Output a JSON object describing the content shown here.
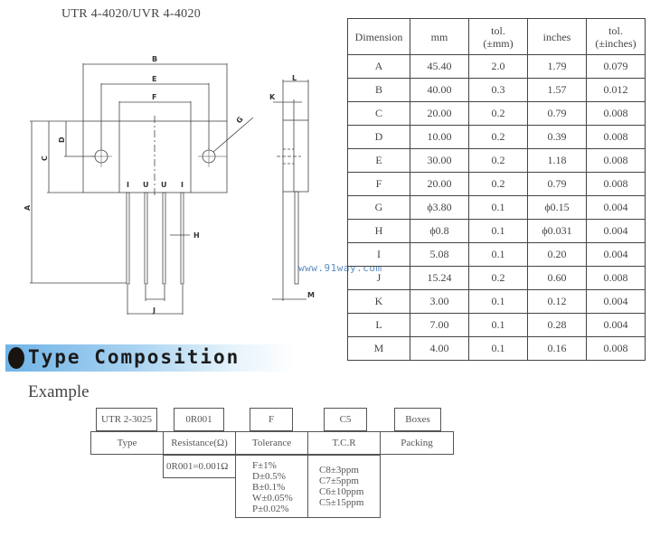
{
  "title": "UTR 4-4020/UVR 4-4020",
  "watermark": "www.91way.com",
  "drawing": {
    "front_labels": [
      "B",
      "E",
      "F",
      "G",
      "D",
      "C",
      "A",
      "H",
      "J"
    ],
    "pin_marks": [
      "I",
      "U",
      "U",
      "I"
    ],
    "side_labels": [
      "L",
      "K",
      "M"
    ]
  },
  "dimension_table": {
    "headers": [
      "Dimension",
      "mm",
      "tol.\n(±mm)",
      "inches",
      "tol.\n(±inches)"
    ],
    "rows": [
      [
        "A",
        "45.40",
        "2.0",
        "1.79",
        "0.079"
      ],
      [
        "B",
        "40.00",
        "0.3",
        "1.57",
        "0.012"
      ],
      [
        "C",
        "20.00",
        "0.2",
        "0.79",
        "0.008"
      ],
      [
        "D",
        "10.00",
        "0.2",
        "0.39",
        "0.008"
      ],
      [
        "E",
        "30.00",
        "0.2",
        "1.18",
        "0.008"
      ],
      [
        "F",
        "20.00",
        "0.2",
        "0.79",
        "0.008"
      ],
      [
        "G",
        "ϕ3.80",
        "0.1",
        "ϕ0.15",
        "0.004"
      ],
      [
        "H",
        "ϕ0.8",
        "0.1",
        "ϕ0.031",
        "0.004"
      ],
      [
        "I",
        "5.08",
        "0.1",
        "0.20",
        "0.004"
      ],
      [
        "J",
        "15.24",
        "0.2",
        "0.60",
        "0.008"
      ],
      [
        "K",
        "3.00",
        "0.1",
        "0.12",
        "0.004"
      ],
      [
        "L",
        "7.00",
        "0.1",
        "0.28",
        "0.004"
      ],
      [
        "M",
        "4.00",
        "0.1",
        "0.16",
        "0.008"
      ]
    ]
  },
  "type_composition": {
    "heading": "Type Composition",
    "example_label": "Example",
    "values": [
      "UTR 2-3025",
      "0R001",
      "F",
      "C5",
      "Boxes"
    ],
    "labels": [
      "Type",
      "Resistance(Ω)",
      "Tolerance",
      "T.C.R",
      "Packing"
    ],
    "resistance_note": "0R001=0.001Ω",
    "tolerance_options": [
      "F±1%",
      "D±0.5%",
      "B±0.1%",
      "W±0.05%",
      "P±0.02%"
    ],
    "tcr_options": [
      "C8±3ppm",
      "C7±5ppm",
      "C6±10ppm",
      "C5±15ppm"
    ]
  },
  "colors": {
    "banner_start": "#6fb3e6",
    "banner_end": "#ffffff",
    "watermark": "#5b8fc7",
    "line": "#444444"
  }
}
